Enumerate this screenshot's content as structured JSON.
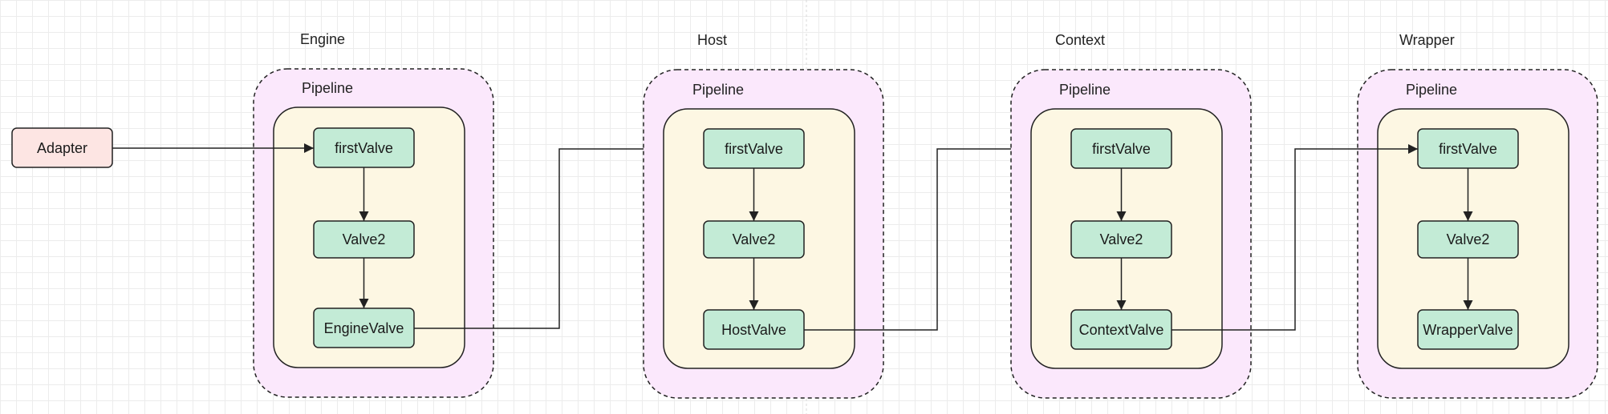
{
  "diagram": {
    "adapter": {
      "label": "Adapter"
    },
    "containers": [
      {
        "title": "Engine",
        "pipeline_label": "Pipeline",
        "valves": [
          "firstValve",
          "Valve2",
          "EngineValve"
        ]
      },
      {
        "title": "Host",
        "pipeline_label": "Pipeline",
        "valves": [
          "firstValve",
          "Valve2",
          "HostValve"
        ]
      },
      {
        "title": "Context",
        "pipeline_label": "Pipeline",
        "valves": [
          "firstValve",
          "Valve2",
          "ContextValve"
        ]
      },
      {
        "title": "Wrapper",
        "pipeline_label": "Pipeline",
        "valves": [
          "firstValve",
          "Valve2",
          "WrapperValve"
        ]
      }
    ],
    "colors": {
      "container_fill": "#fbe8fc",
      "pipeline_fill": "#fdf7e3",
      "valve_fill": "#c3ebd6",
      "adapter_fill": "#fde5e3",
      "stroke": "#222222"
    }
  }
}
